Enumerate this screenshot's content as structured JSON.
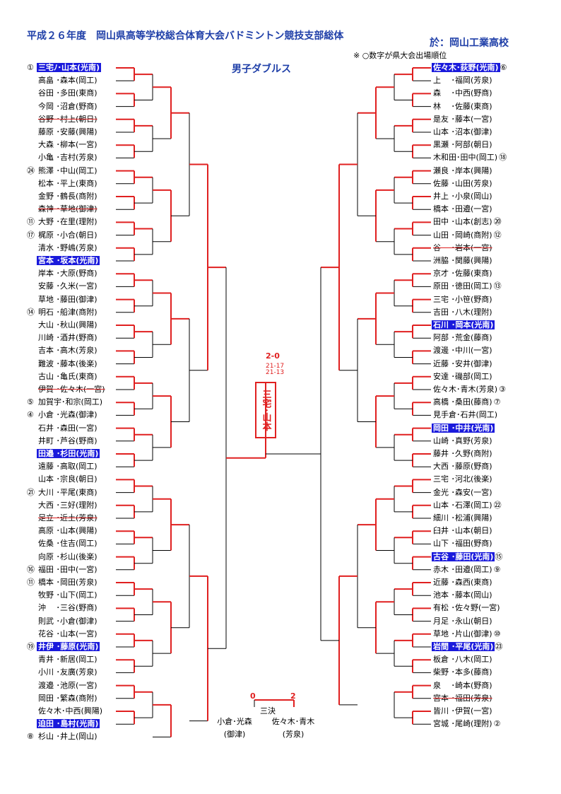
{
  "header": {
    "title": "平成２６年度　岡山県高等学校総合体育大会バドミントン競技支部総体",
    "venue": "於：岡山工業高校",
    "note": "※ ○数字が県大会出場順位",
    "event": "男子ダブルス"
  },
  "colors": {
    "line": "#e02020",
    "highlight": "#1a1adc"
  },
  "left": [
    {
      "mark": "①",
      "name": "三宅ﾉ･山本(光南)",
      "hl": true
    },
    {
      "mark": "",
      "name": "高畠 ･森本(岡工)"
    },
    {
      "mark": "",
      "name": "谷田 ･多田(東商)"
    },
    {
      "mark": "",
      "name": "今岡 ･沼倉(野商)"
    },
    {
      "mark": "",
      "name": "谷野 ･村上(朝日)",
      "wd": true
    },
    {
      "mark": "",
      "name": "藤原 ･安藤(興陽)"
    },
    {
      "mark": "",
      "name": "大森 ･柳本(一宮)"
    },
    {
      "mark": "",
      "name": "小亀 ･吉村(芳泉)"
    },
    {
      "mark": "㉔",
      "name": "熊澤 ･中山(岡工)"
    },
    {
      "mark": "",
      "name": "松本 ･平上(東商)"
    },
    {
      "mark": "",
      "name": "金野 ･鶴長(商附)"
    },
    {
      "mark": "",
      "name": "森神 ･草地(御津)",
      "wd": true
    },
    {
      "mark": "⑪",
      "name": "大野 ･在里(理附)"
    },
    {
      "mark": "⑰",
      "name": "梶原 ･小合(朝日)"
    },
    {
      "mark": "",
      "name": "清水 ･野嶋(芳泉)"
    },
    {
      "mark": "",
      "name": "宮本 ･坂本(光南)",
      "hl": true
    },
    {
      "mark": "",
      "name": "岸本 ･大原(野商)"
    },
    {
      "mark": "",
      "name": "安藤 ･久米(一宮)"
    },
    {
      "mark": "",
      "name": "草地 ･藤田(御津)"
    },
    {
      "mark": "⑭",
      "name": "明石 ･船津(商附)"
    },
    {
      "mark": "",
      "name": "大山 ･秋山(興陽)"
    },
    {
      "mark": "",
      "name": "川崎 ･酒井(野商)"
    },
    {
      "mark": "",
      "name": "吉本 ･高木(芳泉)"
    },
    {
      "mark": "",
      "name": "難波 ･藤本(後楽)"
    },
    {
      "mark": "",
      "name": "古山 ･亀氏(東商)"
    },
    {
      "mark": "",
      "name": "伊賀 ･佐々木(一宮)",
      "wd": true
    },
    {
      "mark": "⑤",
      "name": "加賀宇･和宗(岡工)"
    },
    {
      "mark": "④",
      "name": "小倉 ･光森(御津)"
    },
    {
      "mark": "",
      "name": "石井 ･森田(一宮)"
    },
    {
      "mark": "",
      "name": "井町 ･芦谷(野商)"
    },
    {
      "mark": "",
      "name": "田邉 ･杉田(光南)",
      "hl": true
    },
    {
      "mark": "",
      "name": "遠藤 ･高取(岡工)"
    },
    {
      "mark": "",
      "name": "山本 ･宗良(朝日)"
    },
    {
      "mark": "㉑",
      "name": "大川 ･平尾(東商)"
    },
    {
      "mark": "",
      "name": "大西 ･三好(理附)"
    },
    {
      "mark": "",
      "name": "足立 ･近土(芳泉)",
      "wd": true
    },
    {
      "mark": "",
      "name": "高原 ･山本(興陽)"
    },
    {
      "mark": "",
      "name": "佐桑 ･住吉(岡工)"
    },
    {
      "mark": "",
      "name": "向原 ･杉山(後楽)"
    },
    {
      "mark": "⑯",
      "name": "福田 ･田中(一宮)"
    },
    {
      "mark": "⑪",
      "name": "橋本 ･岡田(芳泉)"
    },
    {
      "mark": "",
      "name": "牧野 ･山下(岡工)"
    },
    {
      "mark": "",
      "name": "沖　 ･三谷(野商)"
    },
    {
      "mark": "",
      "name": "則武 ･小倉(御津)"
    },
    {
      "mark": "",
      "name": "花谷 ･山本(一宮)"
    },
    {
      "mark": "⑲",
      "name": "井伊 ･藤原(光南)",
      "hl": true
    },
    {
      "mark": "",
      "name": "青井 ･新居(岡工)"
    },
    {
      "mark": "",
      "name": "小川 ･友廣(芳泉)"
    },
    {
      "mark": "",
      "name": "渡邉 ･池原(一宮)"
    },
    {
      "mark": "",
      "name": "岡田 ･繁森(商附)"
    },
    {
      "mark": "",
      "name": "佐々木･中西(興陽)"
    },
    {
      "mark": "",
      "name": "迫田 ･島村(光南)",
      "hl": true
    },
    {
      "mark": "⑧",
      "name": "杉山 ･井上(岡山)"
    }
  ],
  "right": [
    {
      "mark": "⑥",
      "name": "佐々木･荻野(光南)",
      "hl": true
    },
    {
      "mark": "",
      "name": "上　 ･福岡(芳泉)"
    },
    {
      "mark": "",
      "name": "森　 ･中西(野商)"
    },
    {
      "mark": "",
      "name": "林　 ･佐藤(東商)"
    },
    {
      "mark": "",
      "name": "是友 ･藤本(一宮)"
    },
    {
      "mark": "",
      "name": "山本 ･沼本(御津)"
    },
    {
      "mark": "",
      "name": "黒瀬 ･阿部(朝日)"
    },
    {
      "mark": "⑱",
      "name": "木和田･田中(岡工)"
    },
    {
      "mark": "",
      "name": "瀬良 ･岸本(興陽)"
    },
    {
      "mark": "",
      "name": "佐藤 ･山田(芳泉)"
    },
    {
      "mark": "",
      "name": "井上 ･小泉(岡山)"
    },
    {
      "mark": "",
      "name": "橋本 ･田邉(一宮)"
    },
    {
      "mark": "⑳",
      "name": "田中 ･山本(創志)"
    },
    {
      "mark": "⑫",
      "name": "山田 ･岡崎(商附)"
    },
    {
      "mark": "",
      "name": "谷　 ･岩本(一宮)",
      "wd": true
    },
    {
      "mark": "",
      "name": "洲脇 ･関藤(興陽)"
    },
    {
      "mark": "",
      "name": "京才 ･佐藤(東商)"
    },
    {
      "mark": "⑬",
      "name": "原田 ･徳田(岡工)"
    },
    {
      "mark": "",
      "name": "三宅 ･小笹(野商)"
    },
    {
      "mark": "",
      "name": "吉田 ･八木(理附)"
    },
    {
      "mark": "",
      "name": "石川 ･岡本(光南)",
      "hl": true
    },
    {
      "mark": "",
      "name": "阿部 ･荒金(藤商)"
    },
    {
      "mark": "",
      "name": "渡邊 ･中川(一宮)"
    },
    {
      "mark": "",
      "name": "近藤 ･安井(御津)"
    },
    {
      "mark": "",
      "name": "安達 ･磯部(岡工)"
    },
    {
      "mark": "③",
      "name": "佐々木･青木(芳泉)"
    },
    {
      "mark": "⑦",
      "name": "高橋 ･桑田(藤商)"
    },
    {
      "mark": "",
      "name": "見手倉･石井(岡工)"
    },
    {
      "mark": "",
      "name": "岡田 ･中井(光南)",
      "hl": true
    },
    {
      "mark": "",
      "name": "山崎 ･真野(芳泉)"
    },
    {
      "mark": "",
      "name": "藤井 ･久野(商附)"
    },
    {
      "mark": "",
      "name": "大西 ･藤原(野商)"
    },
    {
      "mark": "",
      "name": "三宅 ･河北(後楽)"
    },
    {
      "mark": "",
      "name": "金光 ･森安(一宮)"
    },
    {
      "mark": "㉒",
      "name": "山本 ･石澤(岡工)"
    },
    {
      "mark": "",
      "name": "細川 ･松浦(興陽)"
    },
    {
      "mark": "",
      "name": "臼井 ･山本(朝日)"
    },
    {
      "mark": "",
      "name": "山下 ･福田(野商)"
    },
    {
      "mark": "⑮",
      "name": "古谷 ･藤田(光南)",
      "hl": true
    },
    {
      "mark": "⑨",
      "name": "赤木 ･田邉(岡工)"
    },
    {
      "mark": "",
      "name": "近藤 ･森西(東商)"
    },
    {
      "mark": "",
      "name": "池本 ･藤本(岡山)"
    },
    {
      "mark": "",
      "name": "有松 ･佐々野(一宮)"
    },
    {
      "mark": "",
      "name": "月足 ･永山(朝日)"
    },
    {
      "mark": "⑩",
      "name": "草地 ･片山(御津)"
    },
    {
      "mark": "㉓",
      "name": "岩間 ･平尾(光南)",
      "hl": true
    },
    {
      "mark": "",
      "name": "板倉 ･八木(岡工)"
    },
    {
      "mark": "",
      "name": "柴野 ･本多(藤商)"
    },
    {
      "mark": "",
      "name": "泉　 ･崎本(野商)"
    },
    {
      "mark": "",
      "name": "宮本 ･福田(芳泉)",
      "wd": true
    },
    {
      "mark": "",
      "name": "皆川 ･伊賀(一宮)"
    },
    {
      "mark": "②",
      "name": "宮城 ･尾崎(理附)"
    }
  ],
  "final": {
    "score": "2-0",
    "games": [
      "21-17",
      "21-13"
    ],
    "champion": "三宅･山本"
  },
  "third_place": {
    "label": "三決",
    "left_score": "0",
    "right_score": "2",
    "left_name": "小倉･光森",
    "left_school": "(御津)",
    "right_name": "佐々木･青木",
    "right_school": "(芳泉)"
  }
}
